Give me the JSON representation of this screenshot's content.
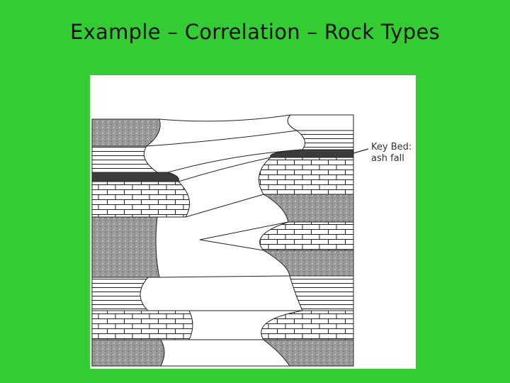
{
  "slide": {
    "title": "Example – Correlation – Rock Types"
  },
  "diagram": {
    "annotation_line1": "Key Bed:",
    "annotation_line2": "ash fall",
    "colors": {
      "background": "#33cc33",
      "sandstone": "#9a9a9a",
      "ash_bed": "#3c3c3c",
      "line": "#222222"
    }
  }
}
